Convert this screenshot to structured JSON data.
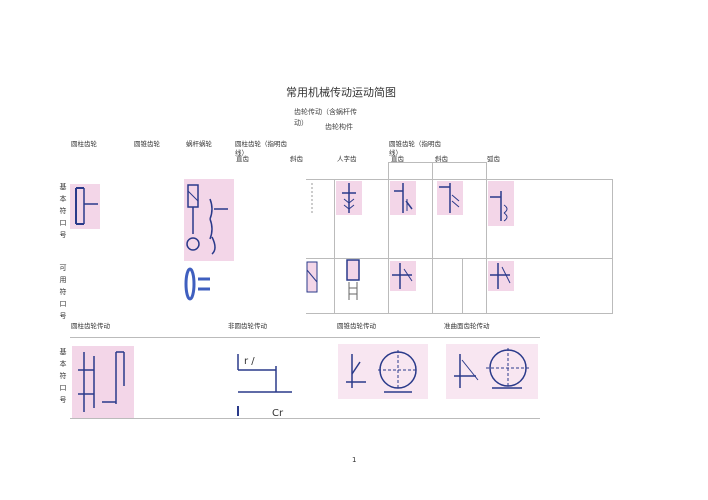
{
  "title": "常用机械传动运动简图",
  "subtitle": {
    "line1": "齿轮传动（含蜗杆传",
    "line2": "动）",
    "line3": "齿轮构件"
  },
  "top_columns": [
    "圆柱齿轮",
    "圆锥齿轮",
    "蜗杆蜗轮"
  ],
  "cyl_gear_note": {
    "line1": "圆柱齿轮（指明齿",
    "line2": "线）"
  },
  "bevel_gear_note": {
    "line1": "圆锥齿轮（指明齿",
    "line2": "线）"
  },
  "tooth_types_cyl": [
    "直齿",
    "斜齿",
    "人字齿"
  ],
  "tooth_types_bevel": [
    "直齿",
    "斜齿",
    "弧齿"
  ],
  "row_basic": [
    "基",
    "本",
    "符",
    "口",
    "号"
  ],
  "row_optional": [
    "可",
    "用",
    "符",
    "口",
    "号"
  ],
  "row_basic_2": [
    "基",
    "本",
    "符",
    "口",
    "号"
  ],
  "bottom_columns": [
    "圆柱齿轮传动",
    "非圆齿轮传动",
    "圆锥齿轮传动",
    "准曲面齿轮传动"
  ],
  "page_number": "1",
  "colors": {
    "symbol": "#2a3a8a",
    "highlight": "#f3d6e8",
    "grid": "#bbbbbb"
  }
}
